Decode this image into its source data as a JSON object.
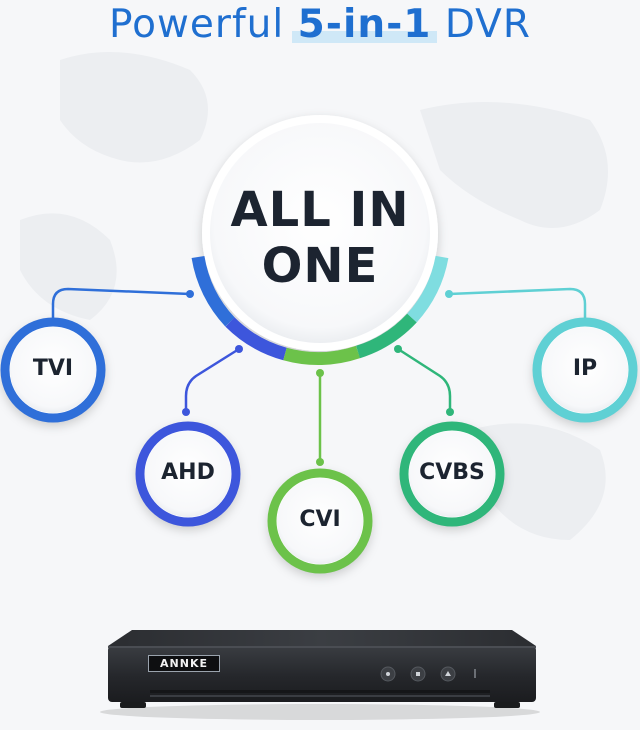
{
  "header": {
    "title_pre": "Powerful ",
    "title_bold": "5-in-1",
    "title_post": " DVR"
  },
  "center": {
    "line1": "ALL IN",
    "line2": "ONE"
  },
  "formats": [
    {
      "label": "TVI",
      "color": "#2f6fd9"
    },
    {
      "label": "AHD",
      "color": "#3d56dc"
    },
    {
      "label": "CVI",
      "color": "#6cc24a"
    },
    {
      "label": "CVBS",
      "color": "#2fb67a"
    },
    {
      "label": "IP",
      "color": "#5fd0d4"
    }
  ],
  "device": {
    "brand": "ANNKE",
    "body_color": "#2a2c30"
  },
  "colors": {
    "title": "#1f6fd0",
    "background": "#f6f7f9"
  }
}
